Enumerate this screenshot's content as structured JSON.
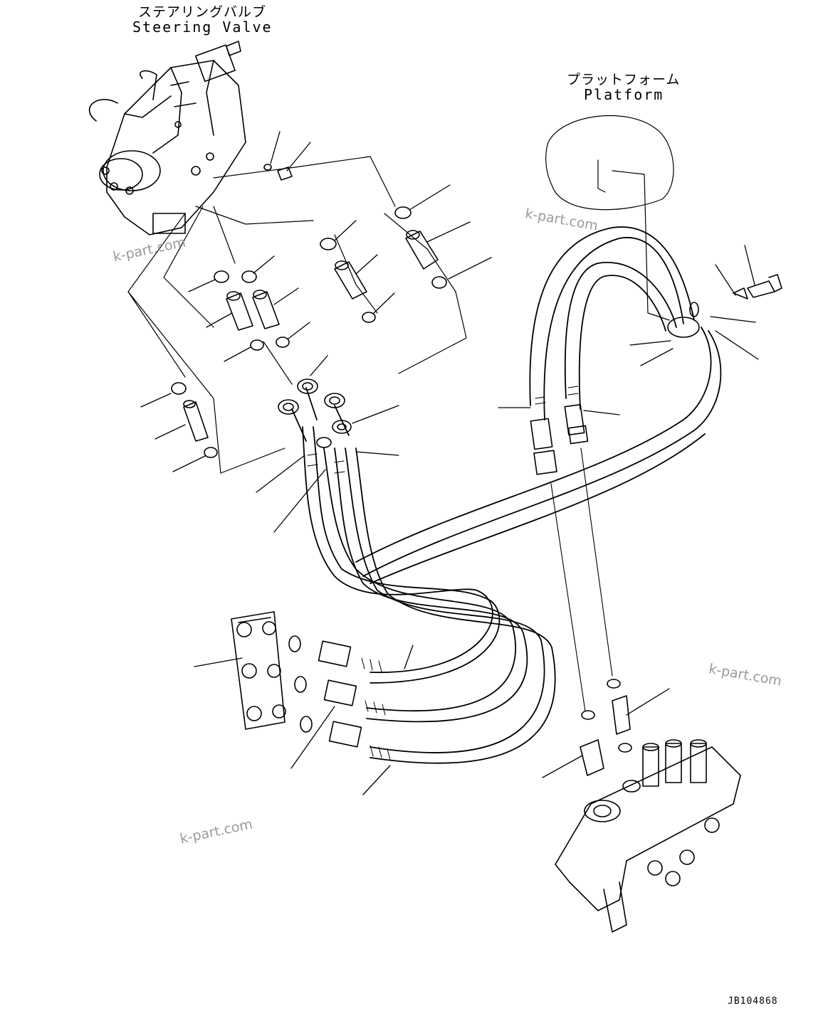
{
  "labels": {
    "steering_valve_jp": "ステアリングバルブ",
    "steering_valve_en": "Steering Valve",
    "platform_jp": "プラットフォーム",
    "platform_en": "Platform"
  },
  "watermarks": [
    "k-part.com",
    "k-part.com",
    "k-part.com",
    "k-part.com"
  ],
  "drawing_code": "JB104868",
  "colors": {
    "line": "#000000",
    "watermark": "#9a9a9a",
    "background": "#ffffff"
  }
}
